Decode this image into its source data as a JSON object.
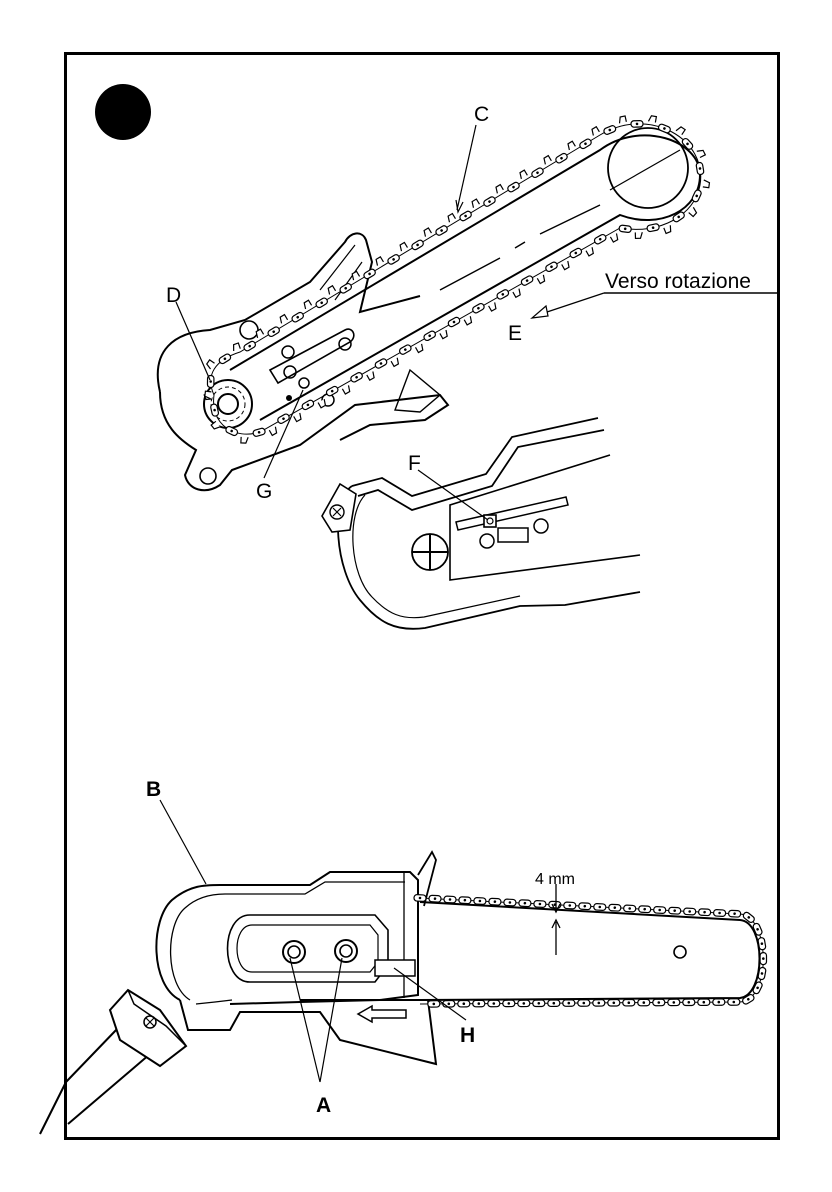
{
  "labels": {
    "C": "C",
    "D": "D",
    "E": "E",
    "F": "F",
    "G": "G",
    "rotation": "Verso rotazione",
    "B": "B",
    "measure": "4 mm",
    "H": "H",
    "A": "A"
  }
}
